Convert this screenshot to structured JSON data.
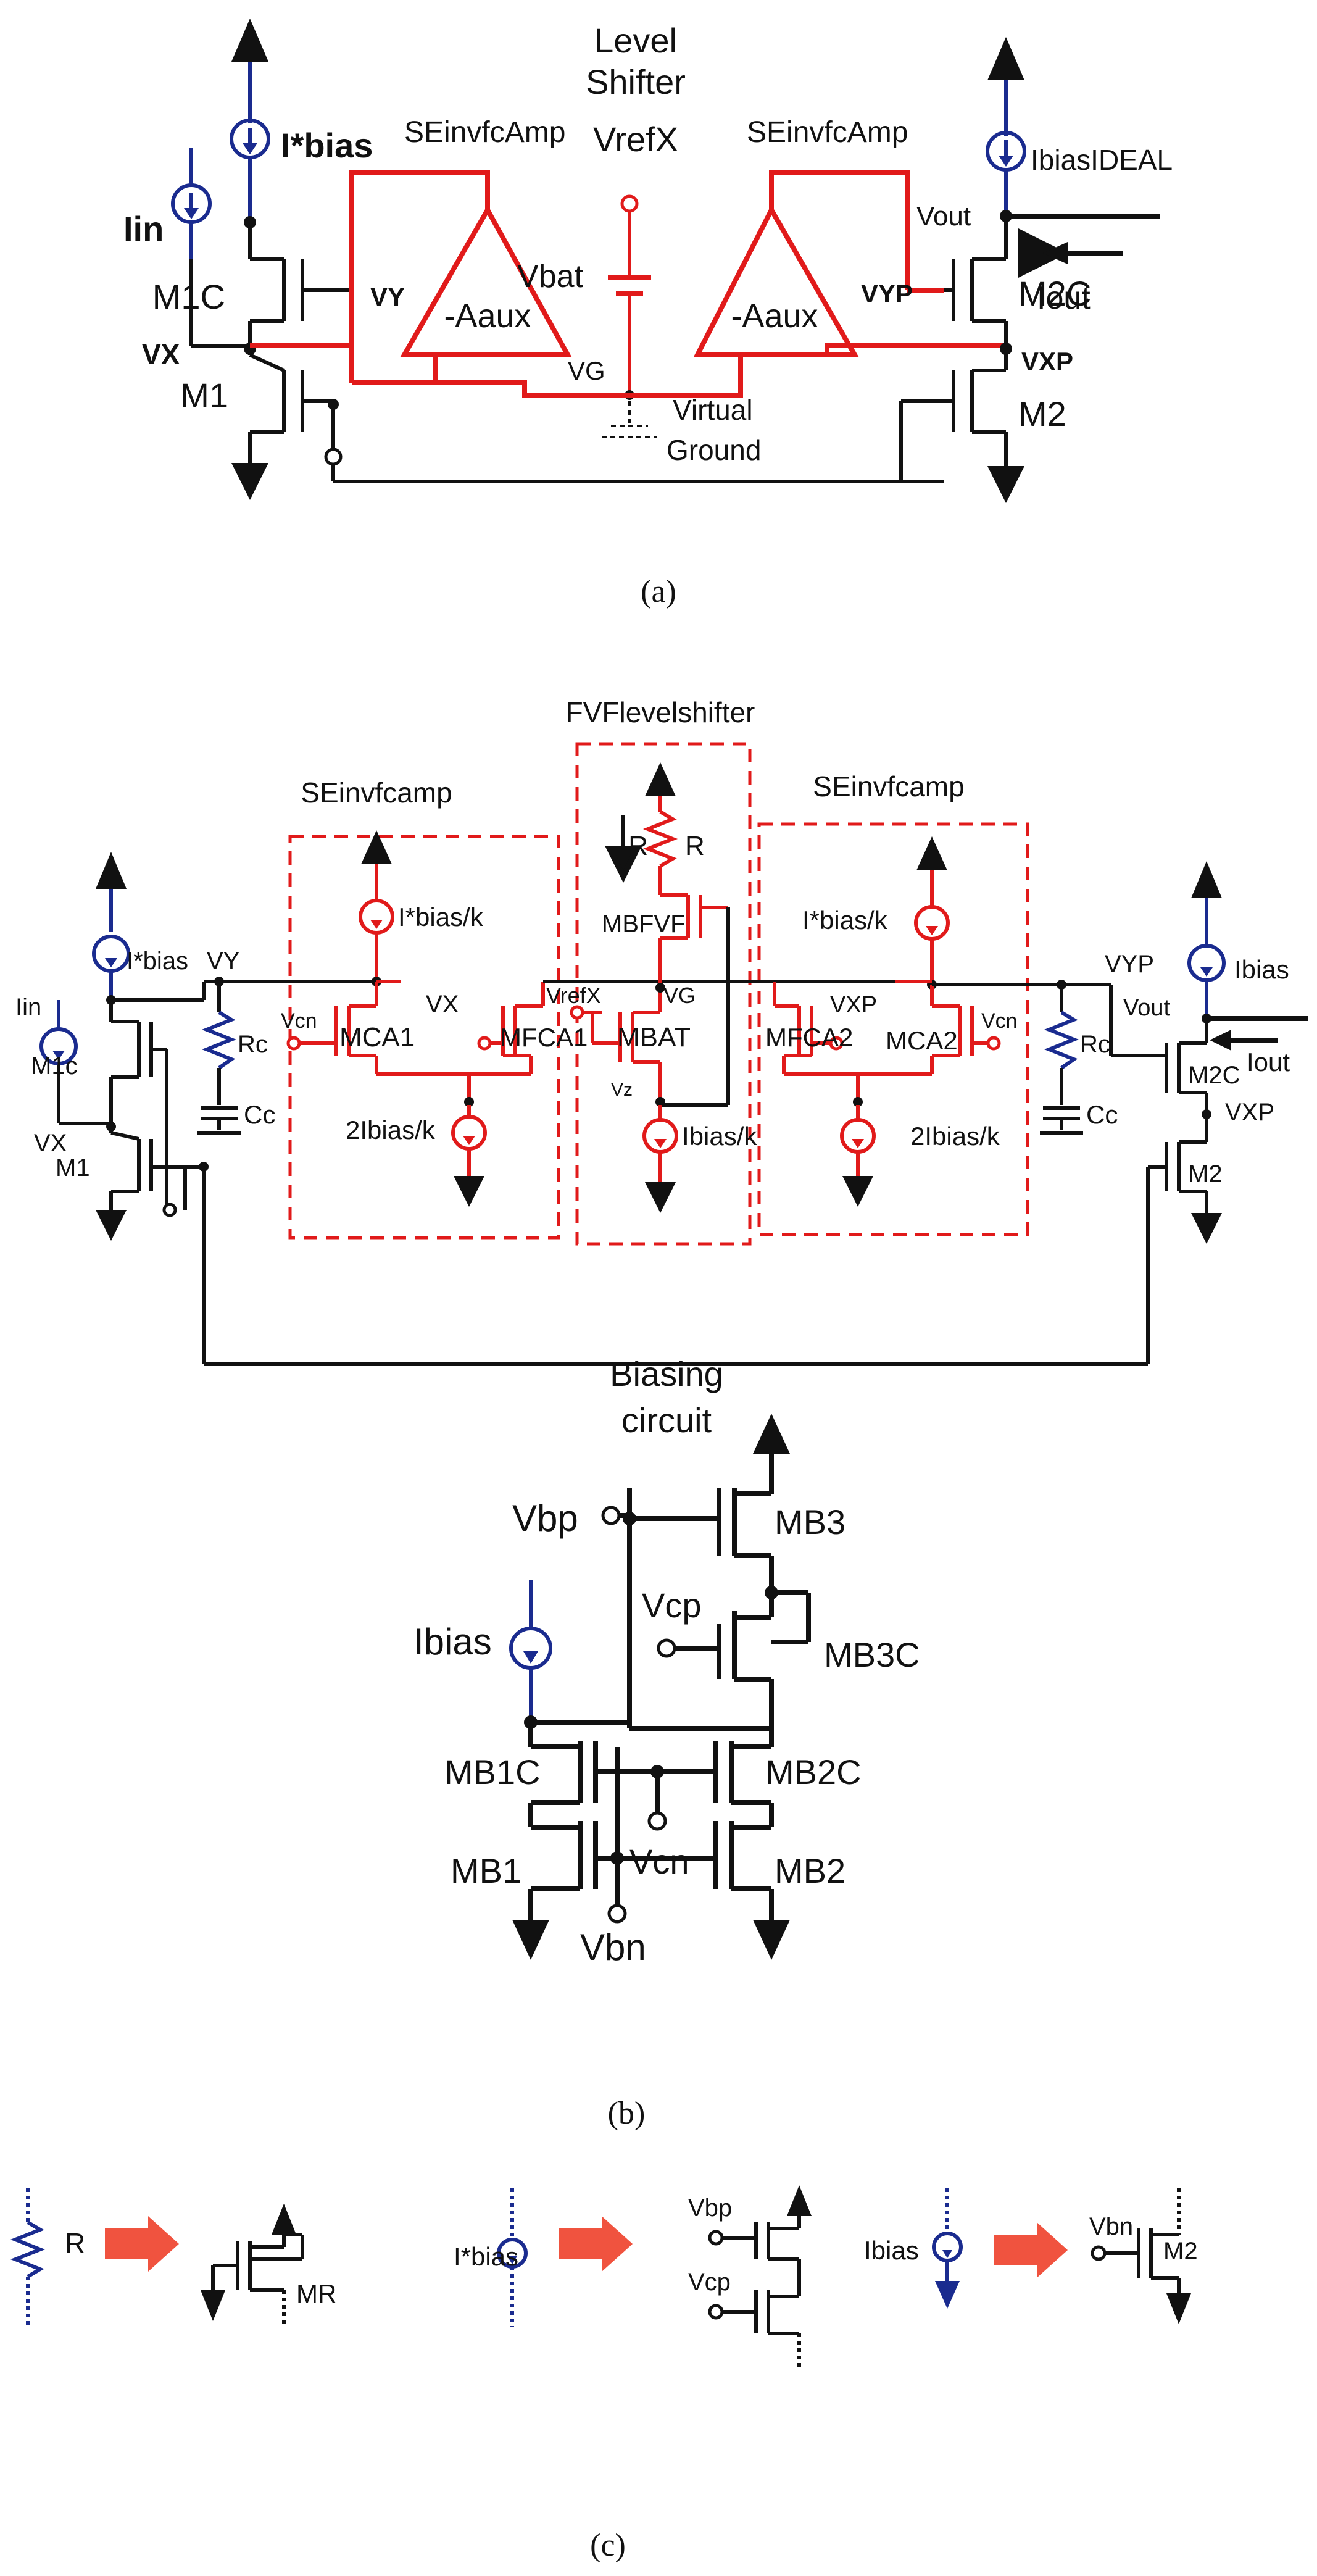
{
  "panel_a": {
    "caption": "(a)",
    "title_line1": "Level",
    "title_line2": "Shifter",
    "vrefx": "VrefX",
    "vbat": "Vbat",
    "vg": "VG",
    "virtual_ground_1": "Virtual",
    "virtual_ground_2": "Ground",
    "se_left": "SEinvfcAmp",
    "se_right": "SEinvfcAmp",
    "aux_left": "-Aaux",
    "aux_right": "-Aaux",
    "ibias_star": "I*bias",
    "ibias_ideal": "IbiasIDEAL",
    "iin": "Iin",
    "vout": "Vout",
    "iout": "Iout",
    "vy": "VY",
    "vyp": "VYP",
    "vx": "VX",
    "vxp": "VXP",
    "m1c": "M1C",
    "m1": "M1",
    "m2c": "M2C",
    "m2": "M2"
  },
  "panel_b": {
    "caption": "(b)",
    "fvf_title": "FVFlevelshifter",
    "se_left": "SEinvfcamp",
    "se_right": "SEinvfcamp",
    "r": "R",
    "mbfvf": "MBFVF",
    "ibias_star_k_left": "I*bias/k",
    "ibias_star_k_right": "I*bias/k",
    "two_ibias_k_left": "2Ibias/k",
    "two_ibias_k_right": "2Ibias/k",
    "ibias_k": "Ibias/k",
    "vrefx": "VrefX",
    "vg": "VG",
    "vz": "Vz",
    "vcn_left": "Vcn",
    "vcn_right": "Vcn",
    "vx_node": "VX",
    "vxp_node": "VXP",
    "mca1": "MCA1",
    "mfca1": "MFCA1",
    "mbat": "MBAT",
    "mfca2": "MFCA2",
    "mca2": "MCA2",
    "rc_left": "Rc",
    "rc_right": "Rc",
    "cc_left": "Cc",
    "cc_right": "Cc",
    "iin": "Iin",
    "ibias_star": "I*bias",
    "vy": "VY",
    "m1c": "M1c",
    "vx": "VX",
    "m1": "M1",
    "vyp": "VYP",
    "ibias": "Ibias",
    "vout": "Vout",
    "m2c": "M2C",
    "iout": "Iout",
    "vxp": "VXP",
    "m2": "M2"
  },
  "biasing": {
    "title_line1": "Biasing",
    "title_line2": "circuit",
    "vbp": "Vbp",
    "vcp": "Vcp",
    "vcn": "Vcn",
    "vbn": "Vbn",
    "ibias": "Ibias",
    "mb3": "MB3",
    "mb3c": "MB3C",
    "mb1c": "MB1C",
    "mb2c": "MB2C",
    "mb1": "MB1",
    "mb2": "MB2"
  },
  "panel_c": {
    "caption": "(c)",
    "r": "R",
    "mr": "MR",
    "ibias_star": "I*bias",
    "vbp": "Vbp",
    "vcp": "Vcp",
    "ibias": "Ibias",
    "vbn": "Vbn",
    "m2": "M2"
  },
  "colors": {
    "wire": "#111111",
    "auxiliary": "#e11a1a",
    "bias_source": "#1a2b8f",
    "arrow": "#f0533f"
  }
}
